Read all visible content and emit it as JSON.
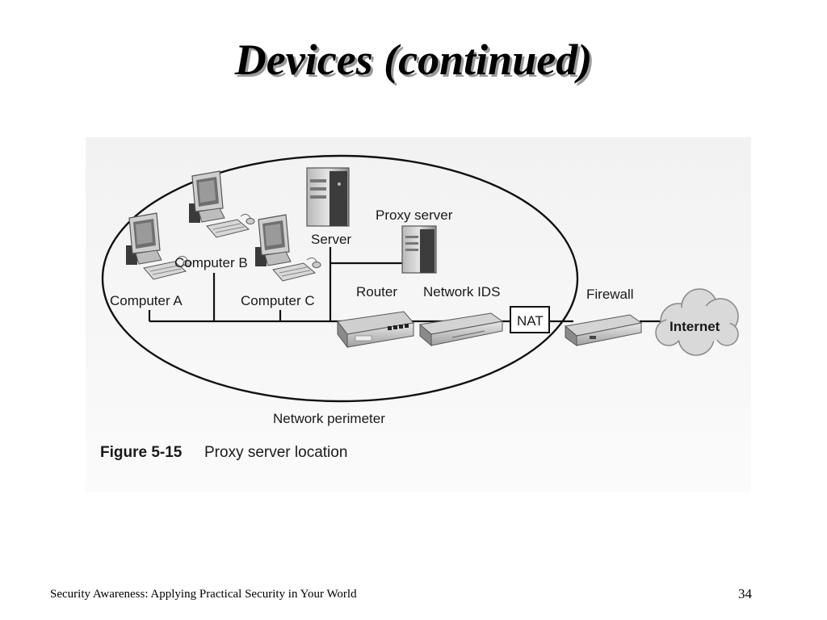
{
  "slide": {
    "title": "Devices (continued)",
    "footer": "Security Awareness: Applying Practical Security in Your World",
    "page_number": "34"
  },
  "figure": {
    "number": "Figure 5-15",
    "caption": "Proxy server location",
    "labels": {
      "computer_a": "Computer A",
      "computer_b": "Computer B",
      "computer_c": "Computer C",
      "server": "Server",
      "proxy_server": "Proxy server",
      "router": "Router",
      "network_ids": "Network IDS",
      "nat": "NAT",
      "firewall": "Firewall",
      "internet": "Internet",
      "network_perimeter": "Network perimeter"
    }
  },
  "icons": [
    "computer-icon",
    "server-icon",
    "router-icon",
    "ids-device-icon",
    "firewall-icon",
    "cloud-icon"
  ]
}
